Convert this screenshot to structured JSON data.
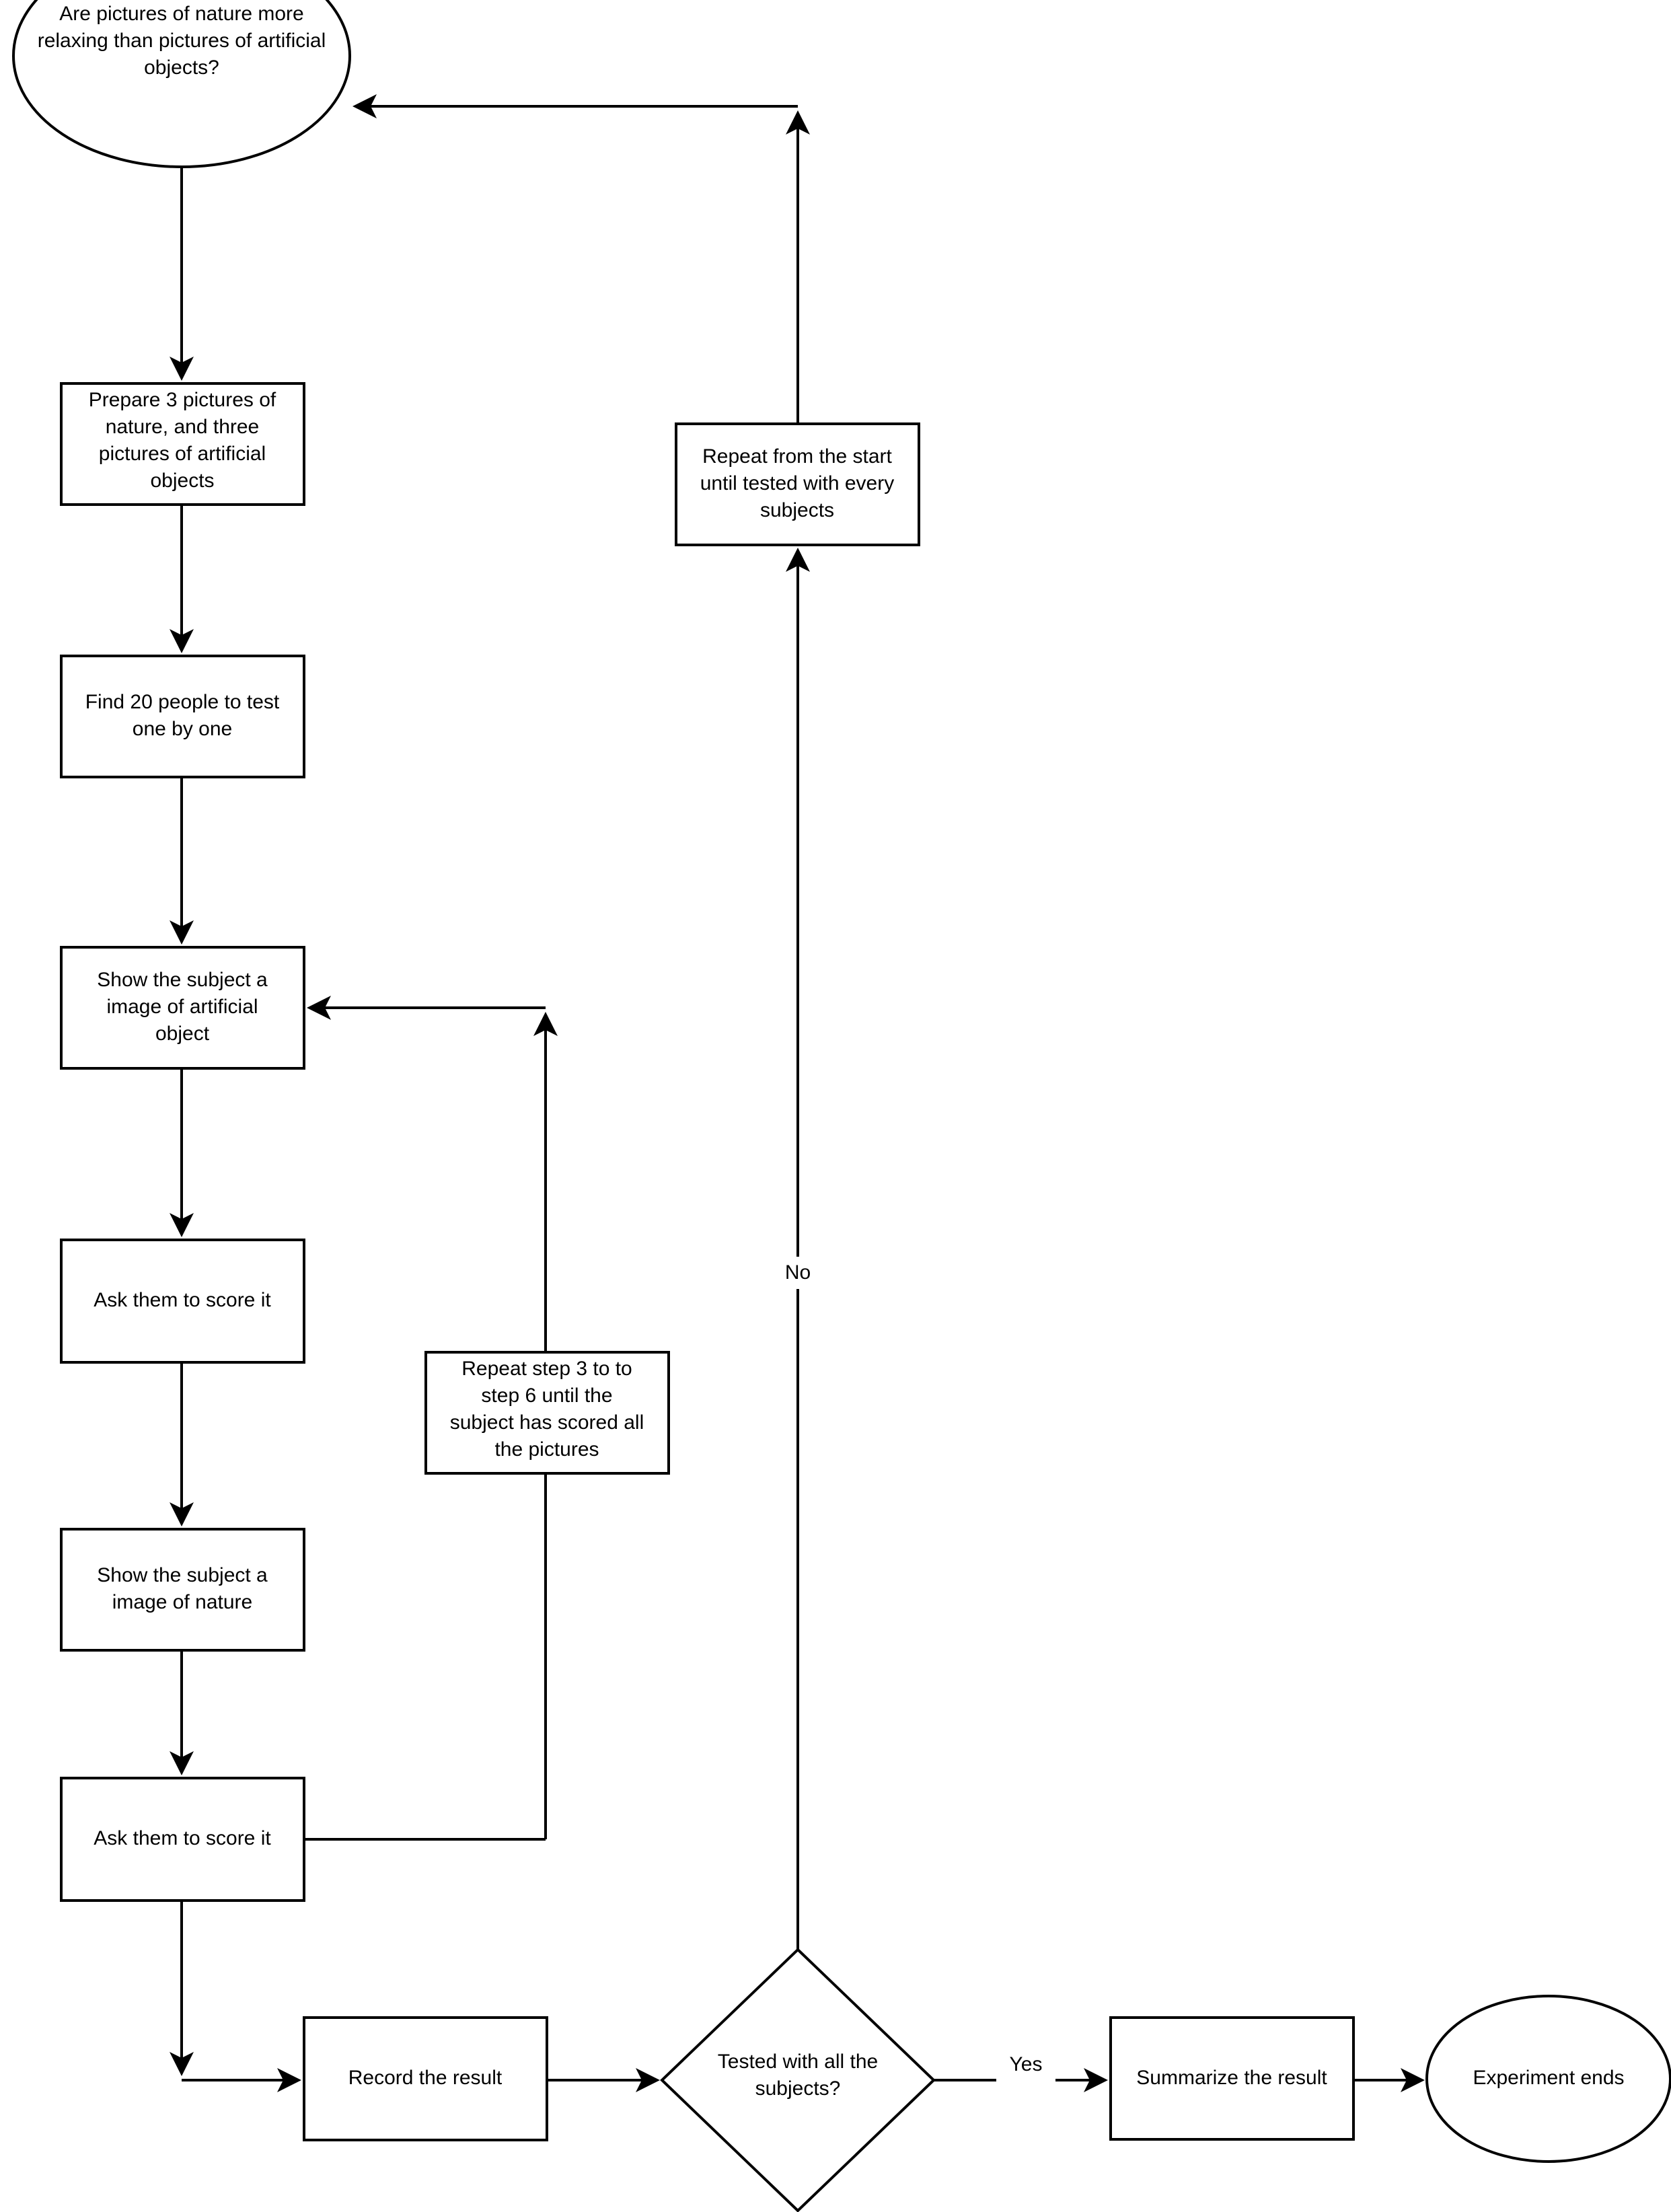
{
  "diagram": {
    "type": "flowchart",
    "title": "Experiment procedure flowchart",
    "orientation": "top-to-bottom",
    "background_color": "#ffffff",
    "stroke_color": "#000000",
    "fill_color": "#ffffff"
  },
  "nodes": {
    "start": {
      "shape": "ellipse",
      "lines": [
        "Are pictures of nature more",
        "relaxing than pictures of artificial",
        "objects?"
      ]
    },
    "prepare": {
      "shape": "rectangle",
      "lines": [
        "Prepare 3 pictures of",
        "nature, and three",
        "pictures of artificial",
        "objects"
      ]
    },
    "find_people": {
      "shape": "rectangle",
      "lines": [
        "Find 20 people to test",
        "one by one"
      ]
    },
    "show_artificial": {
      "shape": "rectangle",
      "lines": [
        "Show the subject a",
        "image of artificial",
        "object"
      ]
    },
    "score_artificial": {
      "shape": "rectangle",
      "lines": [
        "Ask them to score it"
      ]
    },
    "show_nature": {
      "shape": "rectangle",
      "lines": [
        "Show the subject a",
        "image of nature"
      ]
    },
    "score_nature": {
      "shape": "rectangle",
      "lines": [
        "Ask them to score it"
      ]
    },
    "repeat_steps": {
      "shape": "rectangle",
      "lines": [
        "Repeat step 3 to to",
        "step 6 until the",
        "subject has scored all",
        "the pictures"
      ]
    },
    "repeat_start": {
      "shape": "rectangle",
      "lines": [
        "Repeat from the start",
        "until tested with every",
        "subjects"
      ]
    },
    "record_result": {
      "shape": "rectangle",
      "lines": [
        "Record the result"
      ]
    },
    "decision": {
      "shape": "diamond",
      "lines": [
        "Tested with all the",
        "subjects?"
      ]
    },
    "summarize": {
      "shape": "rectangle",
      "lines": [
        "Summarize the result"
      ]
    },
    "end": {
      "shape": "ellipse",
      "lines": [
        "Experiment ends"
      ]
    }
  },
  "edge_labels": {
    "no": "No",
    "yes": "Yes"
  }
}
